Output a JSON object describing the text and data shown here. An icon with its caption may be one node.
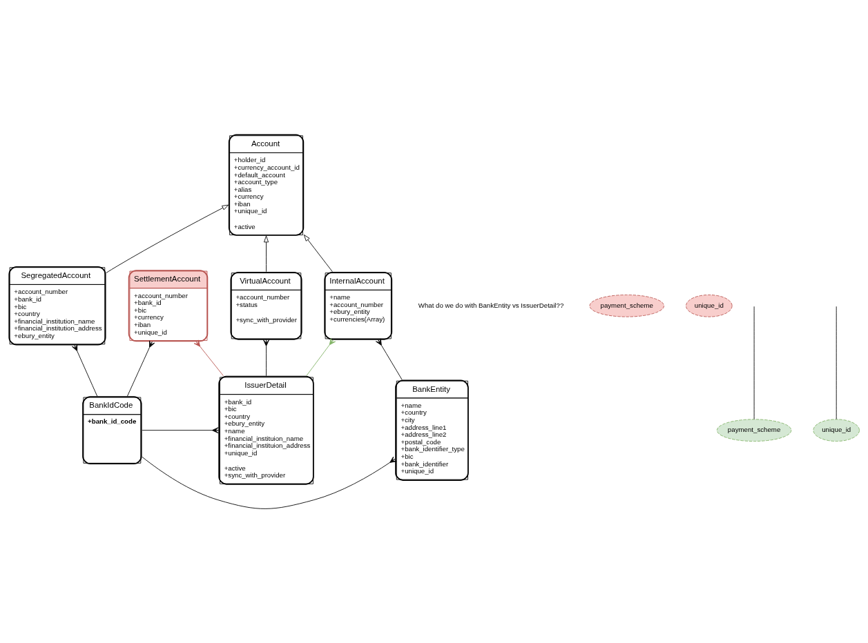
{
  "diagram": {
    "nodes": [
      {
        "text": [
          "Account",
          "+holder_id +currency_account_id +default_account +account_type +alias +currency +iban +unique_id",
          "+active"
        ]
      },
      {
        "text": [
          "VirtualAccount",
          "+account_number +status",
          "+sync_with_provider"
        ]
      },
      {
        "text": [
          "SegregatedAccount",
          "+account_number +bank_id +bic +country +financial_institution_name +financial_institution_address +ebury_entity"
        ]
      },
      {
        "text": [
          "SettlementAccount",
          "+account_number +bank_id +bic +currency +iban +unique_id"
        ]
      },
      {
        "text": [
          "InternalAccount",
          "+name +account_number +ebury_entity +currencies(Array)"
        ]
      },
      {
        "text": [
          "payment_scheme"
        ]
      },
      {
        "text": [
          "unique_id"
        ]
      },
      {
        "text": [
          "payment_scheme"
        ]
      },
      {
        "text": [
          "unique_id"
        ]
      },
      {
        "text": [
          "BankIdCode",
          "+bank_id_code"
        ]
      },
      {
        "text": [
          "IssuerDetail",
          "+bank_id +bic +country +ebury_entity +name +financial_instituion_name +financial_instituion_address +unique_id",
          "+active +sync_with_provider"
        ]
      },
      {
        "text": [
          "BankEntity",
          "+name +country +city +address_line1 +address_line2 +postal_code +bank_identifier_type +bic +bank_identifier +unique_id"
        ]
      }
    ],
    "edges": [
      {
        "from": 1,
        "to": 0,
        "arrow": "to"
      },
      {
        "from": 2,
        "to": 0,
        "arrow": "to"
      },
      {
        "from": 4,
        "to": 0,
        "arrow": "to"
      },
      {
        "from": 9,
        "to": 2,
        "arrow": "other"
      },
      {
        "from": 9,
        "to": 3,
        "arrow": "other"
      },
      {
        "from": 10,
        "to": 3,
        "arrow": "other",
        "color": "#b85450"
      },
      {
        "from": 10,
        "to": 4,
        "arrow": "other",
        "color": "#82b366"
      },
      {
        "from": 7,
        "to": null,
        "arrow": "none"
      },
      {
        "from": 8,
        "to": null,
        "arrow": "none"
      },
      {
        "from": 9,
        "to": 10,
        "arrow": "other"
      },
      {
        "from": 11,
        "to": 4,
        "arrow": "other"
      },
      {
        "from": 9,
        "to": 11,
        "arrow": "other"
      },
      {
        "from": 10,
        "to": 1,
        "arrow": "other"
      }
    ],
    "labels": [
      "What do we do with BankEntity vs IssuerDetail??"
    ]
  }
}
